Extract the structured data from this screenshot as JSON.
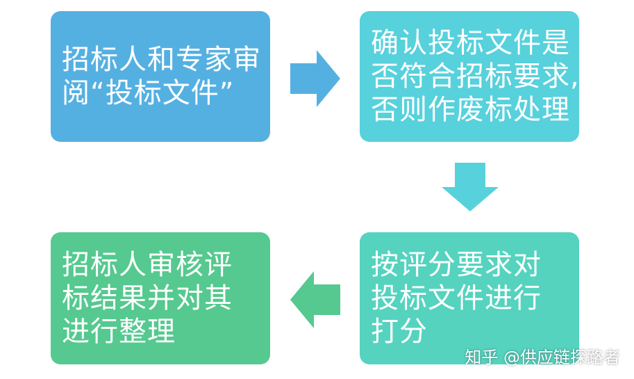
{
  "steps": [
    {
      "lines": [
        "招标人和专家审",
        "阅“投标文件”"
      ],
      "color": "#55b0e2"
    },
    {
      "lines": [
        "确认投标文件是",
        "否符合招标要求,",
        "否则作废标处理"
      ],
      "color": "#57d1dc"
    },
    {
      "lines": [
        "按评分要求对",
        "投标文件进行",
        "打分"
      ],
      "color": "#55d3bf"
    },
    {
      "lines": [
        "招标人审核评",
        "标结果并对其",
        "进行整理"
      ],
      "color": "#55c98f"
    }
  ],
  "arrows": [
    {
      "direction": "right",
      "color": "#55b0e2"
    },
    {
      "direction": "down",
      "color": "#57d1dc"
    },
    {
      "direction": "left",
      "color": "#55c98f"
    }
  ],
  "watermark": "知乎 @供应链探路者"
}
